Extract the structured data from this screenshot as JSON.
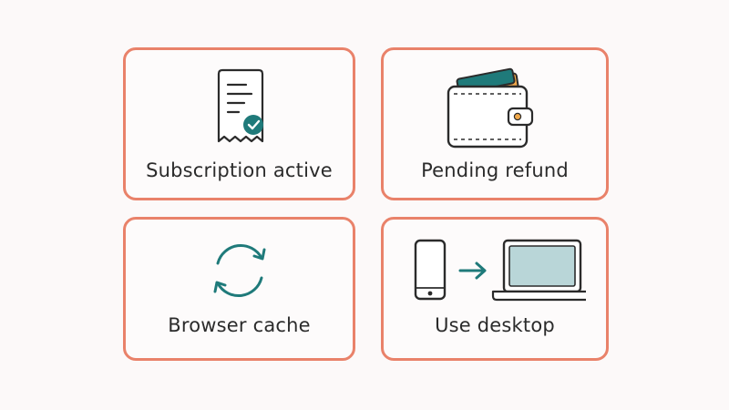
{
  "cards": [
    {
      "label": "Subscription active",
      "icon": "receipt-check-icon"
    },
    {
      "label": "Pending refund",
      "icon": "wallet-icon"
    },
    {
      "label": "Browser cache",
      "icon": "refresh-icon"
    },
    {
      "label": "Use desktop",
      "icon": "phone-to-desktop-icon"
    }
  ],
  "colors": {
    "card_border": "#e9826a",
    "background": "#fcf9f9",
    "stroke": "#2b2b2b",
    "teal": "#1f7a7a",
    "wallet_card_orange": "#f0a84a",
    "screen_fill": "#b9d6d8"
  }
}
